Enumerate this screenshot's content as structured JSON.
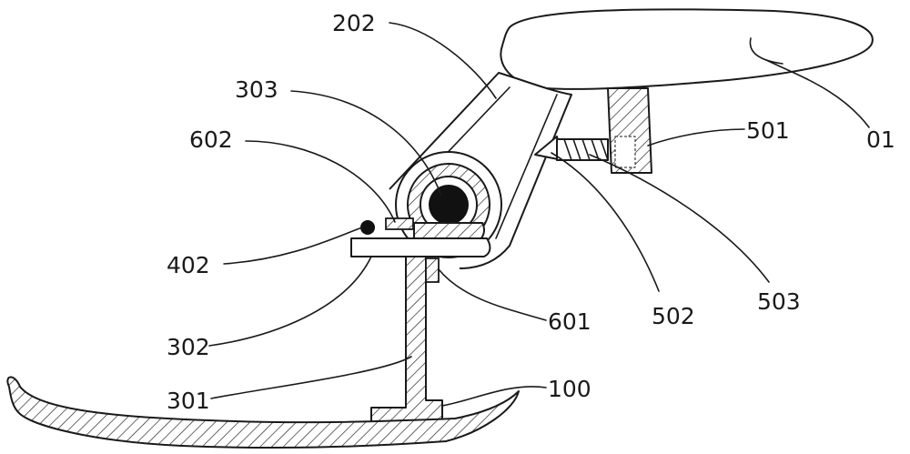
{
  "labels": {
    "l202": "202",
    "l303": "303",
    "l602": "602",
    "l402": "402",
    "l302": "302",
    "l301": "301",
    "l100": "100",
    "l601": "601",
    "l502": "502",
    "l503": "503",
    "l501": "501",
    "l01": "01"
  }
}
